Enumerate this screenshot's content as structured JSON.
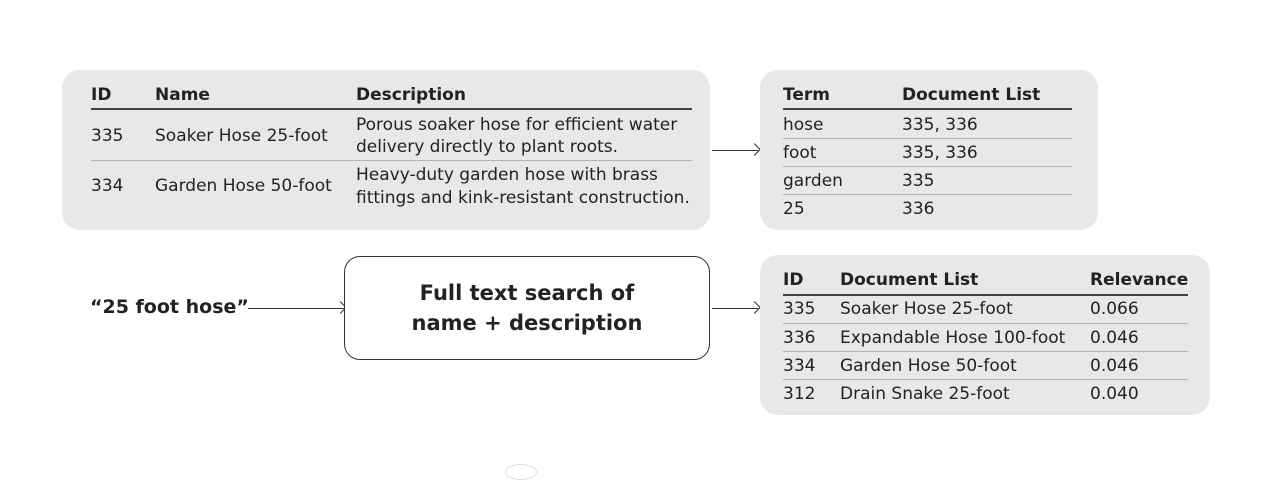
{
  "products_table": {
    "headers": [
      "ID",
      "Name",
      "Description"
    ],
    "rows": [
      {
        "id": "335",
        "name": "Soaker Hose 25-foot",
        "desc1": "Porous soaker hose for efficient water",
        "desc2": "delivery directly to plant roots."
      },
      {
        "id": "334",
        "name": "Garden Hose 50-foot",
        "desc1": "Heavy-duty garden hose with brass",
        "desc2": "fittings and kink-resistant construction."
      }
    ]
  },
  "index_table": {
    "headers": [
      "Term",
      "Document List"
    ],
    "rows": [
      {
        "term": "hose",
        "docs": "335, 336"
      },
      {
        "term": "foot",
        "docs": "335, 336"
      },
      {
        "term": "garden",
        "docs": "335"
      },
      {
        "term": "25",
        "docs": "336"
      }
    ]
  },
  "query": {
    "text": "“25 foot hose”"
  },
  "process": {
    "line1": "Full text search of",
    "line2": "name + description"
  },
  "results_table": {
    "headers": [
      "ID",
      "Document List",
      "Relevance"
    ],
    "rows": [
      {
        "id": "335",
        "doc": "Soaker Hose 25-foot",
        "relevance": "0.066"
      },
      {
        "id": "336",
        "doc": "Expandable Hose 100-foot",
        "relevance": "0.046"
      },
      {
        "id": "334",
        "doc": "Garden Hose 50-foot",
        "relevance": "0.046"
      },
      {
        "id": "312",
        "doc": "Drain Snake 25-foot",
        "relevance": "0.040"
      }
    ]
  },
  "colors": {
    "panel_bg": "#e8e8e8",
    "text": "#222222",
    "rule_dark": "#444444",
    "rule_light": "#b3b3b3"
  }
}
